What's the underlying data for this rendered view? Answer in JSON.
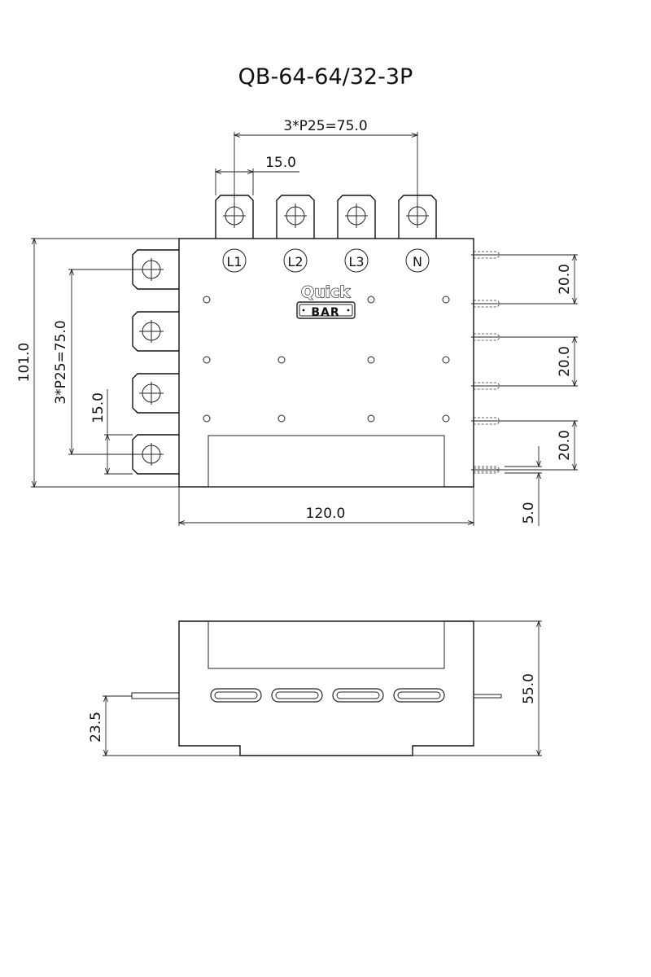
{
  "title": "QB-64-64/32-3P",
  "logo": {
    "line1": "Quick",
    "line2": "BAR"
  },
  "terminals": [
    "L1",
    "L2",
    "L3",
    "N"
  ],
  "dimensions": {
    "top_pitch": "3*P25=75.0",
    "top_tab_width": "15.0",
    "height": "101.0",
    "left_pitch": "3*P25=75.0",
    "left_tab_width": "15.0",
    "width": "120.0",
    "right_spacing_1": "20.0",
    "right_spacing_2": "20.0",
    "right_spacing_3": "20.0",
    "right_pin": "5.0",
    "side_height": "55.0",
    "side_tab_height": "23.5"
  }
}
